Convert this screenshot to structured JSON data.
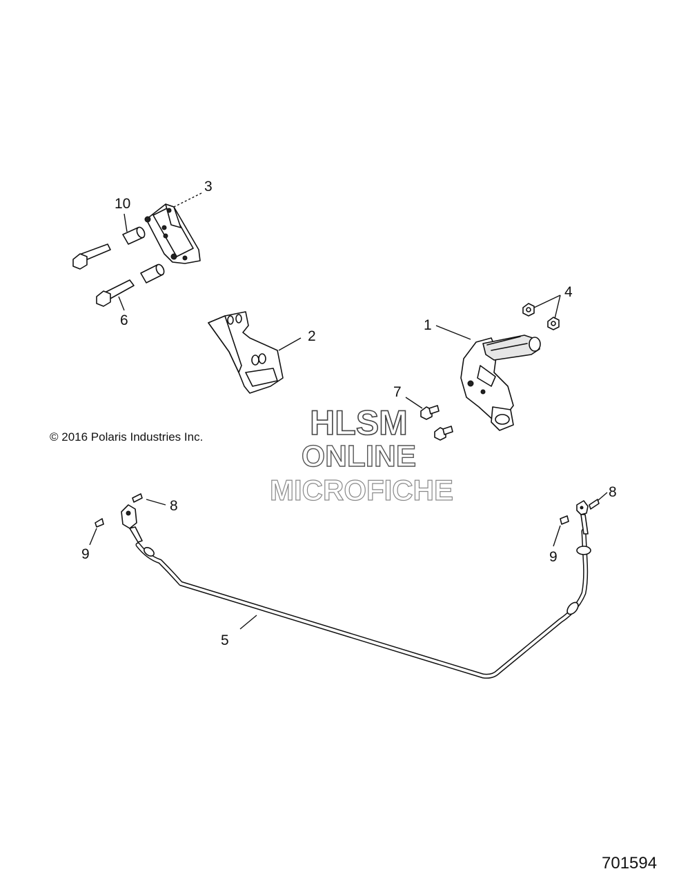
{
  "copyright": "© 2016  Polaris Industries Inc.",
  "diagram_id": "701594",
  "watermark": {
    "line1": "HLSM",
    "line2": "ONLINE",
    "line3": "MICROFICHE"
  },
  "callouts": {
    "c1": "1",
    "c2": "2",
    "c3": "3",
    "c4": "4",
    "c5": "5",
    "c6": "6",
    "c7": "7",
    "c8_left": "8",
    "c8_right": "8",
    "c9_left": "9",
    "c9_right": "9",
    "c10": "10"
  }
}
